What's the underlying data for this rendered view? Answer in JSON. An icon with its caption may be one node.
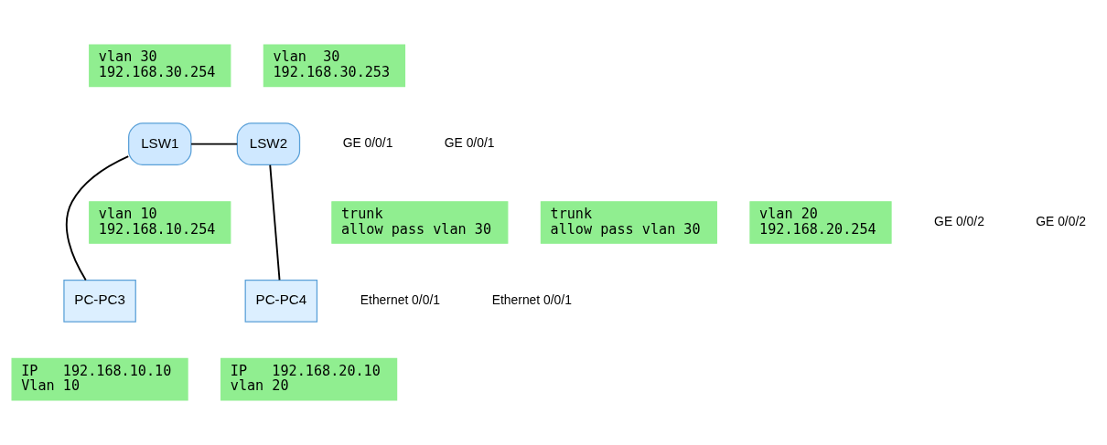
{
  "diagram": {
    "nodes": [
      {
        "text": [
          "LSW1"
        ]
      },
      {
        "text": [
          "LSW2"
        ]
      },
      {
        "text": [
          "PC-PC3"
        ]
      },
      {
        "text": [
          "PC-PC4"
        ]
      },
      {
        "text": [
          "vlan 30",
          "192.168.30.254"
        ]
      },
      {
        "text": [
          "vlan  30",
          "192.168.30.253"
        ]
      },
      {
        "text": [
          "vlan 10",
          "192.168.10.254"
        ]
      },
      {
        "text": [
          "trunk",
          "allow pass vlan 30"
        ]
      },
      {
        "text": [
          "trunk",
          "allow pass vlan 30"
        ]
      },
      {
        "text": [
          "vlan 20",
          "192.168.20.254"
        ]
      },
      {
        "text": [
          "IP   192.168.10.10",
          "Vlan 10"
        ]
      },
      {
        "text": [
          "IP   192.168.20.10",
          "vlan 20"
        ]
      }
    ],
    "edges": [
      {
        "from": 0,
        "to": 1,
        "arrow": "none"
      },
      {
        "from": 0,
        "to": 2,
        "arrow": "none"
      },
      {
        "from": 1,
        "to": 3,
        "arrow": "none"
      }
    ],
    "labels": [
      "GE 0/0/1",
      "GE 0/0/1",
      "GE 0/0/2",
      "GE 0/0/2",
      "Ethernet 0/0/1",
      "Ethernet 0/0/1"
    ]
  }
}
